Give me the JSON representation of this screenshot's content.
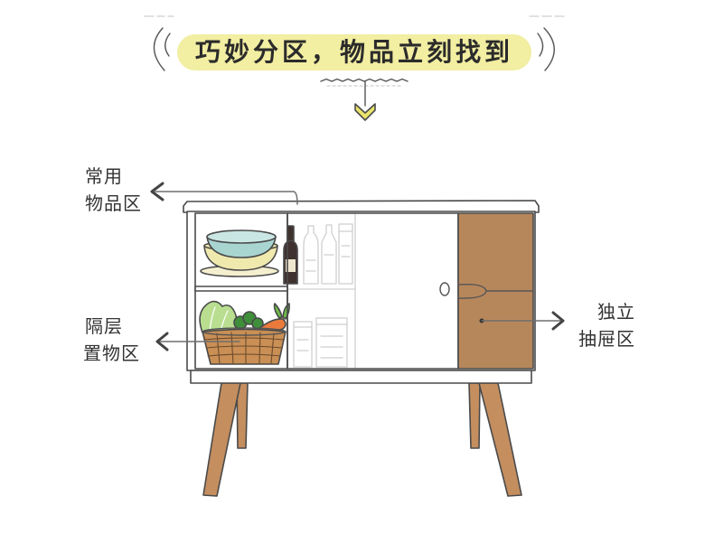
{
  "title": "巧妙分区，物品立刻找到",
  "labels": {
    "common_items": {
      "line1": "常用",
      "line2": "物品区"
    },
    "shelf_storage": {
      "line1": "隔层",
      "line2": "置物区"
    },
    "drawer": {
      "line1": "独立",
      "line2": "抽屉区"
    }
  },
  "icons": {
    "down_pointer": "chevron-down-icon",
    "left_pointer": "chevron-left-icon",
    "right_pointer": "chevron-right-icon"
  },
  "colors": {
    "banner": "#f2eea2",
    "chevron": "#e9e46c",
    "drawer": "#b7875c",
    "leg": "#c48e5f",
    "bowl_top": "#a9d5d1",
    "bowl_top_rim": "#c9e6e3",
    "bowl_middle": "#f0e9ae",
    "plate": "#f4efcf",
    "bottle": "#3f322e",
    "bottle_label": "#efe6cf",
    "basket": "#c98f55",
    "lettuce": "#b9de90",
    "broccoli": "#3f8f3a",
    "carrot": "#ea7a3c",
    "carrot_leaf": "#6dbb4a"
  }
}
